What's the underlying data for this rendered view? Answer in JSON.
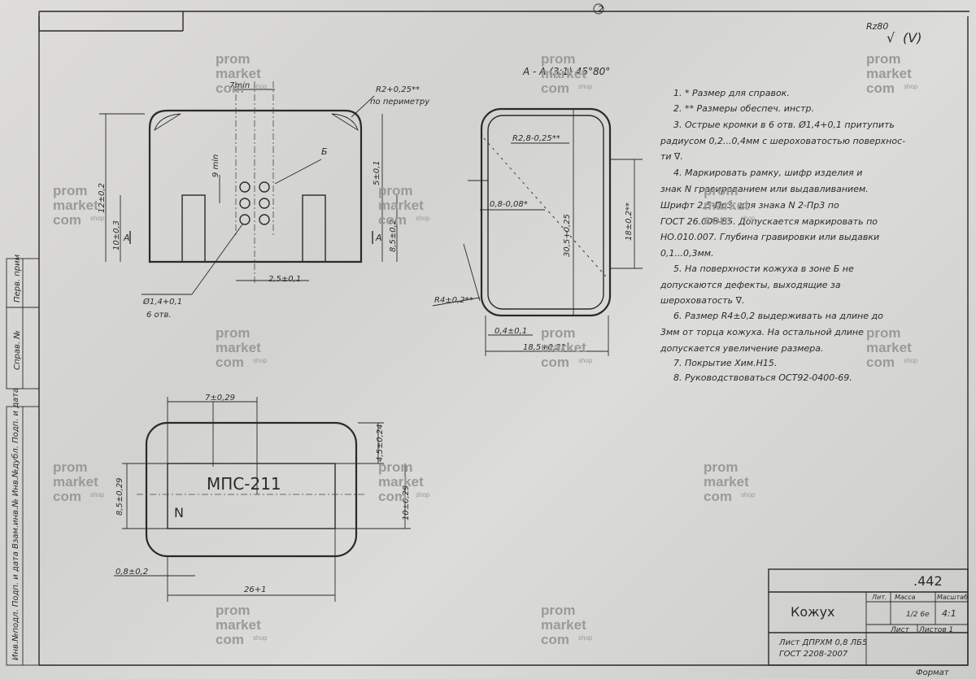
{
  "sheet_number": "2",
  "roughness_mark": "Rz80",
  "roughness_general": "(V)",
  "left_strip": {
    "perv_prim": "Перв. прим",
    "sprav": "Справ. №",
    "stamp_fields": "Инв.№подл. Подп. и дата Взам.инв.№ Инв.№дубл. Подп. и дата"
  },
  "front_view": {
    "dim_7min": "7min",
    "dim_r2": "R2+0,25**",
    "perimeter_note": "по периметру",
    "dim_9min": "9 min",
    "label_b": "Б",
    "dim_5": "5±0,1",
    "dim_12": "12±0,2",
    "dim_10": "10±0,3",
    "dim_85": "8,5±0,2",
    "dim_25": "2,5±0,1",
    "section_a_left": "А",
    "section_a_right": "А",
    "hole_dim": "Ø1,4+0,1",
    "hole_count": "6 отв."
  },
  "section_view": {
    "title": "А - А (3:1) 45°80°",
    "dim_r28": "R2,8-0,25**",
    "dim_08": "0,8-0,08*",
    "dim_305": "30,5+0,25",
    "dim_18": "18±0,2**",
    "dim_r4": "R4±0,2**",
    "dim_04": "0,4±0,1",
    "dim_185": "18,5+0,31"
  },
  "bottom_view": {
    "marking": "МПС-211",
    "number_sign": "N",
    "dim_7": "7±0,29",
    "dim_45": "4,5±0,24",
    "dim_10b": "10±0,29",
    "dim_85b": "8,5±0,29",
    "dim_08b": "0,8±0,2",
    "dim_26": "26+1"
  },
  "notes": [
    "1. * Размер для справок.",
    "2. ** Размеры обеспеч. инстр.",
    "3. Острые кромки в 6 отв. Ø1,4+0,1 притупить",
    "радиусом 0,2...0,4мм с шероховатостью поверхнос-",
    "ти ∇.",
    "4. Маркировать рамку, шифр изделия и",
    "знак N гравированием или выдавливанием.",
    "Шрифт 2,5-Пр3, для знака N 2-Пр3 по",
    "ГОСТ 26.008-85. Допускается маркировать по",
    "НО.010.007. Глубина гравировки или выдавки",
    "0,1...0,3мм.",
    "5. На поверхности кожуха в зоне Б не",
    "допускаются дефекты, выходящие за",
    "шероховатость ∇.",
    "6. Размер R4±0,2 выдерживать на длине до",
    "3мм от торца кожуха. На остальной длине",
    "допускается увеличение размера.",
    "7. Покрытие Хим.Н15.",
    "8. Руководствоваться ОСТ92-0400-69."
  ],
  "title_block": {
    "doc_number": ".442",
    "name": "Кожух",
    "lit_header": "Лит.",
    "mass_header": "Масса",
    "scale_header": "Масштаб",
    "mass_value": "1/2 6e",
    "scale_value": "4:1",
    "sheet_label": "Лист",
    "sheets_label": "Листов 1",
    "material_line1": "Лист ДПРХМ 0,8 ЛБ5",
    "material_line2": "ГОСТ 2208-2007",
    "format_label": "Формат"
  },
  "watermark": {
    "line1": "prom",
    "line2": "market",
    "line3": "com",
    "shop": "shop"
  }
}
